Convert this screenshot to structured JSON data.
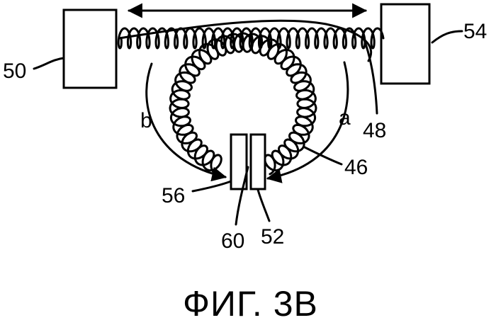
{
  "figure": {
    "caption": "ФИГ. 3В",
    "labels": {
      "block_left": "50",
      "block_right": "54",
      "wire": "48",
      "coil": "46",
      "plate_left": "56",
      "plate_right": "52",
      "gap": "60",
      "path_a": "a",
      "path_b": "b"
    }
  }
}
